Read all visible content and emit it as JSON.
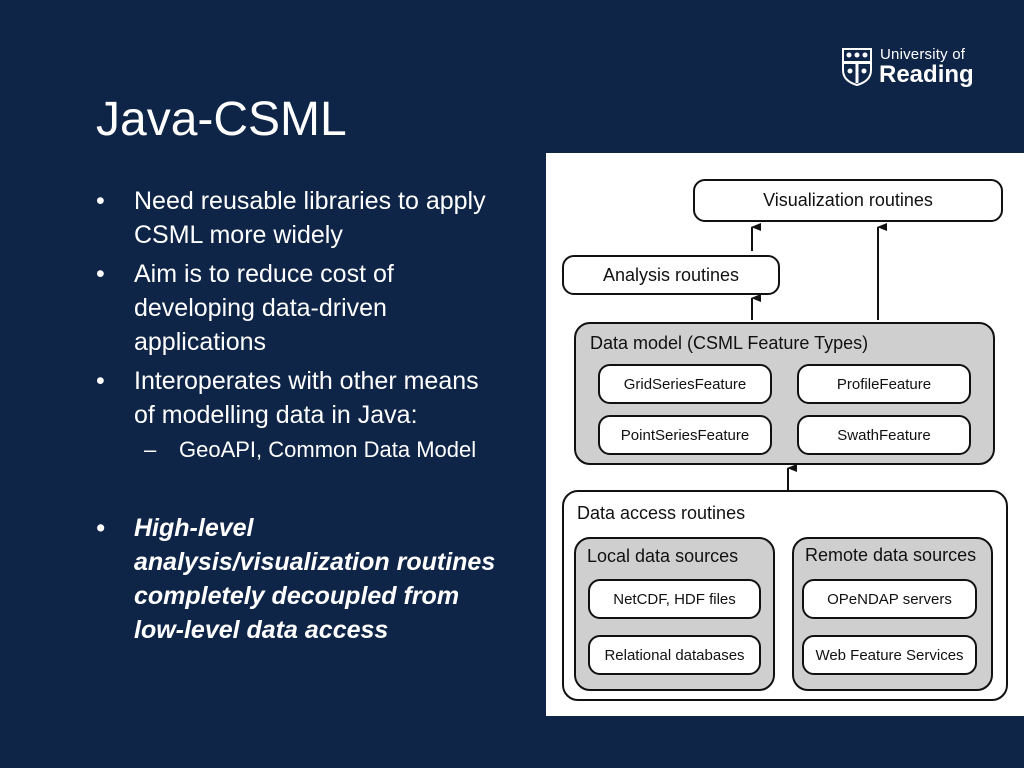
{
  "logo": {
    "line1": "University of",
    "line2": "Reading"
  },
  "slide": {
    "title": "Java-CSML",
    "bullets": [
      "Need reusable libraries to apply CSML more widely",
      "Aim is to reduce cost of developing data-driven applications",
      "Interoperates with other means of modelling data in Java:"
    ],
    "sub_bullet": "GeoAPI, Common Data Model",
    "emphasis_bullet": "High-level analysis/visualization routines completely decoupled from low-level data access",
    "bullet_glyph": "•",
    "dash_glyph": "–"
  },
  "diagram": {
    "visualization": "Visualization routines",
    "analysis": "Analysis routines",
    "data_model": {
      "label": "Data model (CSML Feature Types)",
      "features": [
        "GridSeriesFeature",
        "ProfileFeature",
        "PointSeriesFeature",
        "SwathFeature"
      ]
    },
    "data_access": {
      "label": "Data access routines",
      "local": {
        "label": "Local data sources",
        "items": [
          "NetCDF, HDF files",
          "Relational databases"
        ]
      },
      "remote": {
        "label": "Remote data sources",
        "items": [
          "OPeNDAP servers",
          "Web Feature Services"
        ]
      }
    }
  }
}
